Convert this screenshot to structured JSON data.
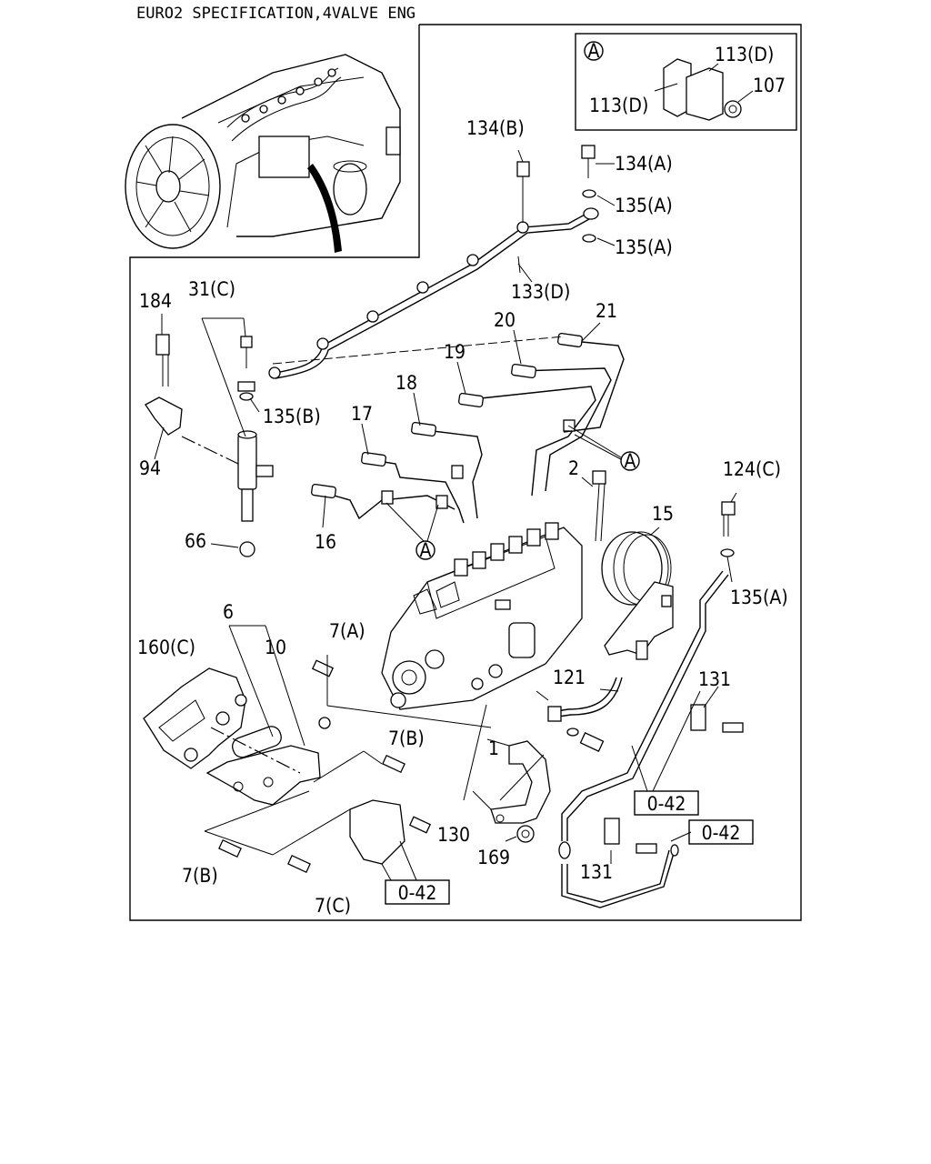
{
  "title": "EURO2 SPECIFICATION,4VALVE ENG",
  "inset_a": {
    "marker": "A",
    "labels": [
      "113(D)",
      "113(D)",
      "107"
    ]
  },
  "callouts": {
    "p134b": "134(B)",
    "p134a": "134(A)",
    "p135a_1": "135(A)",
    "p135a_2": "135(A)",
    "p133d": "133(D)",
    "p21": "21",
    "p20": "20",
    "p19": "19",
    "p18": "18",
    "p17": "17",
    "p16": "16",
    "p184": "184",
    "p31c": "31(C)",
    "p135b": "135(B)",
    "p94": "94",
    "p66": "66",
    "p2": "2",
    "p124c": "124(C)",
    "p15": "15",
    "p135a_3": "135(A)",
    "p6": "6",
    "p160c": "160(C)",
    "p10": "10",
    "p7a": "7(A)",
    "p121": "121",
    "p131_1": "131",
    "p7b_1": "7(B)",
    "p1": "1",
    "p130": "130",
    "p169": "169",
    "p131_2": "131",
    "p7b_2": "7(B)",
    "p7c": "7(C)",
    "markA_1": "A",
    "markA_2": "A"
  },
  "refs": {
    "r1": "0-42",
    "r2": "0-42",
    "r3": "0-42"
  }
}
